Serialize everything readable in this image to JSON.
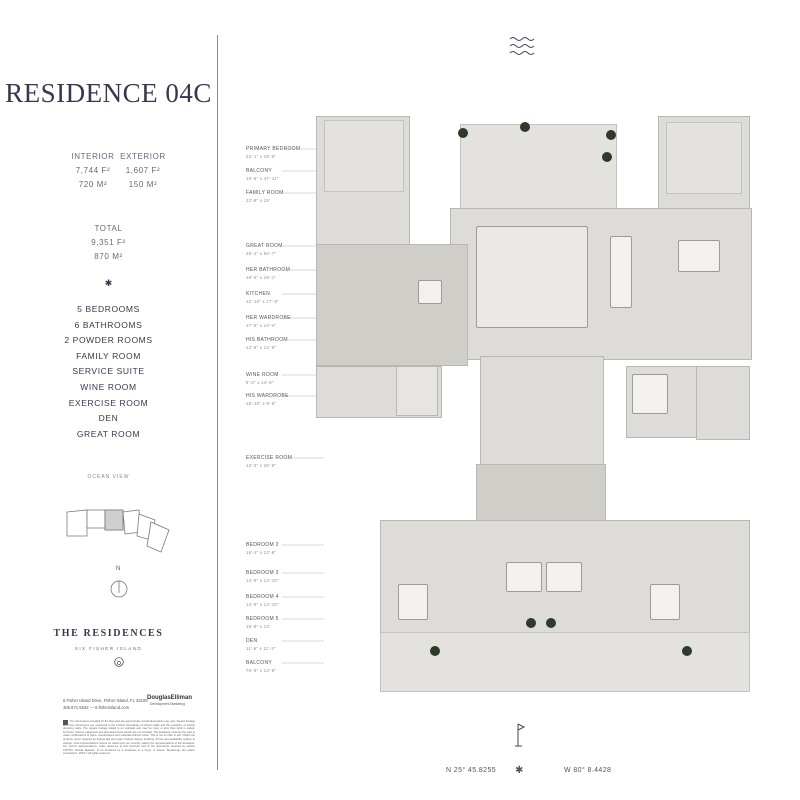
{
  "title": "RESIDENCE 04C",
  "areas": {
    "interior": {
      "label": "INTERIOR",
      "sqft": "7,744 F²",
      "sqm": "720 M²"
    },
    "exterior": {
      "label": "EXTERIOR",
      "sqft": "1,607 F²",
      "sqm": "150 M²"
    }
  },
  "total": {
    "label": "TOTAL",
    "sqft": "9,351 F²",
    "sqm": "870 M²"
  },
  "separator": "✱",
  "features": [
    "5 BEDROOMS",
    "6 BATHROOMS",
    "2 POWDER ROOMS",
    "FAMILY ROOM",
    "SERVICE SUITE",
    "WINE ROOM",
    "EXERCISE ROOM",
    "DEN",
    "GREAT ROOM"
  ],
  "ocean_view": "OCEAN VIEW",
  "compass_label": "N",
  "brand": {
    "name": "THE RESIDENCES",
    "sub": "SIX FISHER ISLAND"
  },
  "address": {
    "line1": "6 Fisher Island Drive, Fisher Island, FL 33109",
    "line2": "305.871.5832 — 6-fisherisland.com"
  },
  "broker": {
    "name": "DouglasElliman",
    "sub": "Development Marketing"
  },
  "disclaimer": "The dimensions provided for the floor plan are approximate. Actual dimensions may vary. Square footage and room dimensions are measured to the exterior boundaries of exterior walls and the centerline of interior demising walls. The square footage stated is an estimate and may be more or less than what is stated. Furniture, fixtures, equipment and decorative items shown are not included. The developer reserves the right to make modifications to plans, specifications and materials without notice. This is not an offer to sell. Obtain the property report required by federal law and read it before signing anything. Prices and availability subject to change. Oral representations cannot be relied upon as correctly stating the representations of the developer. For correct representations, make reference to this brochure and to the documents required by section 718.503, Florida Statutes, to be furnished by a developer to a buyer or lessee. Renderings are artist's conceptions. 2024 © All rights reserved.",
  "rooms": [
    {
      "name": "PRIMARY BEDROOM",
      "dim": "23'-1\" x 19'-6\""
    },
    {
      "name": "BALCONY",
      "dim": "15'-6\" x 47'-11\""
    },
    {
      "name": "FAMILY ROOM",
      "dim": "22'-8\" x 19'"
    },
    {
      "name": "GREAT ROOM",
      "dim": "29'-1\" x 50'-7\""
    },
    {
      "name": "HER BATHROOM",
      "dim": "18'-5\" x 15'-1\""
    },
    {
      "name": "KITCHEN",
      "dim": "12'-10\" x 17'-8\""
    },
    {
      "name": "HER WARDROBE",
      "dim": "17'-5\" x 14'-4\""
    },
    {
      "name": "HIS BATHROOM",
      "dim": "12'-6\" x 14'-9\""
    },
    {
      "name": "WINE ROOM",
      "dim": "6'-3\" x 14'-5\""
    },
    {
      "name": "HIS WARDROBE",
      "dim": "16'-10\" x 9'-6\""
    },
    {
      "name": "EXERCISE ROOM",
      "dim": "12'-3\" x 26'-8\""
    },
    {
      "name": "BEDROOM 2",
      "dim": "16'-1\" x 13'-8\""
    },
    {
      "name": "BEDROOM 3",
      "dim": "14'-8\" x 12'-10\""
    },
    {
      "name": "BEDROOM 4",
      "dim": "14'-8\" x 12'-10\""
    },
    {
      "name": "BEDROOM 5",
      "dim": "16'-8\" x 13'"
    },
    {
      "name": "DEN",
      "dim": "11'-6\" x 11'-3\""
    },
    {
      "name": "BALCONY",
      "dim": "76'-9\" x 13'-8\""
    }
  ],
  "coordinates": {
    "lat": "N 25° 45.8255",
    "lon": "W 80° 8.4428"
  },
  "coord_separator": "✱",
  "colors": {
    "text": "#3a3550",
    "plan_fill": "#dedcd8",
    "plan_line": "#b9b7b1"
  }
}
